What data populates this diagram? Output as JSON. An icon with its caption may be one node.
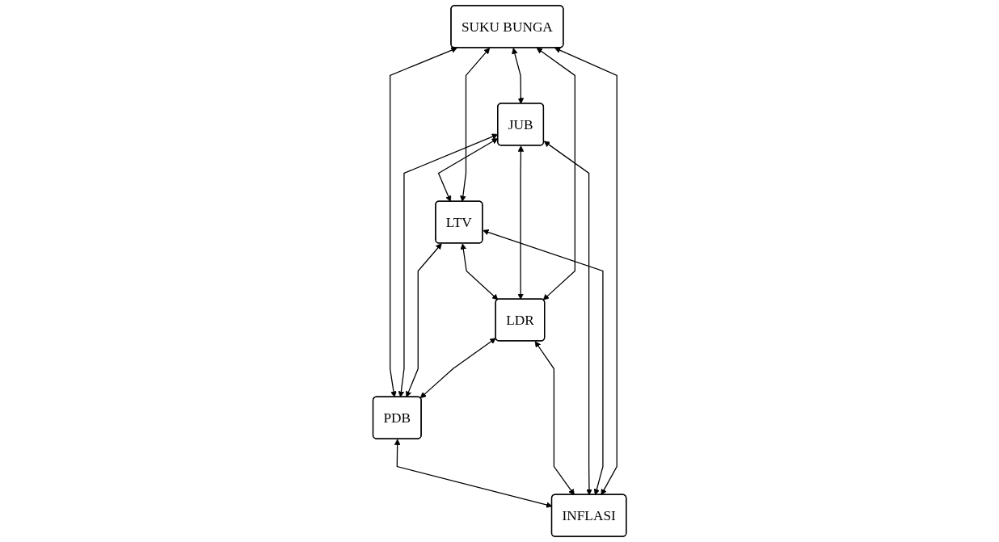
{
  "diagram": {
    "nodes": [
      {
        "text": [
          "SUKU BUNGA"
        ]
      },
      {
        "text": [
          "JUB"
        ]
      },
      {
        "text": [
          "PDB"
        ]
      },
      {
        "text": [
          "LTV"
        ]
      },
      {
        "text": [
          "INFLASI"
        ]
      },
      {
        "text": [
          "LDR"
        ]
      }
    ],
    "edges": [
      {
        "from": 0,
        "to": 1,
        "arrow": "both"
      },
      {
        "from": 0,
        "to": 2,
        "arrow": "both"
      },
      {
        "from": 1,
        "to": 3,
        "arrow": "both"
      },
      {
        "from": 2,
        "to": 4,
        "arrow": "both"
      },
      {
        "from": 3,
        "to": 5,
        "arrow": "both"
      },
      {
        "from": 5,
        "to": 4,
        "arrow": "both"
      },
      {
        "from": 1,
        "to": 2,
        "arrow": "both"
      },
      {
        "from": 1,
        "to": 4,
        "arrow": "both"
      },
      {
        "from": 1,
        "to": 5,
        "arrow": "both"
      },
      {
        "from": 3,
        "to": 2,
        "arrow": "both"
      },
      {
        "from": 3,
        "to": 4,
        "arrow": "both"
      },
      {
        "from": 0,
        "to": 3,
        "arrow": "both"
      },
      {
        "from": 0,
        "to": 5,
        "arrow": "both"
      },
      {
        "from": 0,
        "to": 4,
        "arrow": "both"
      },
      {
        "from": 5,
        "to": 2,
        "arrow": "both"
      }
    ]
  }
}
